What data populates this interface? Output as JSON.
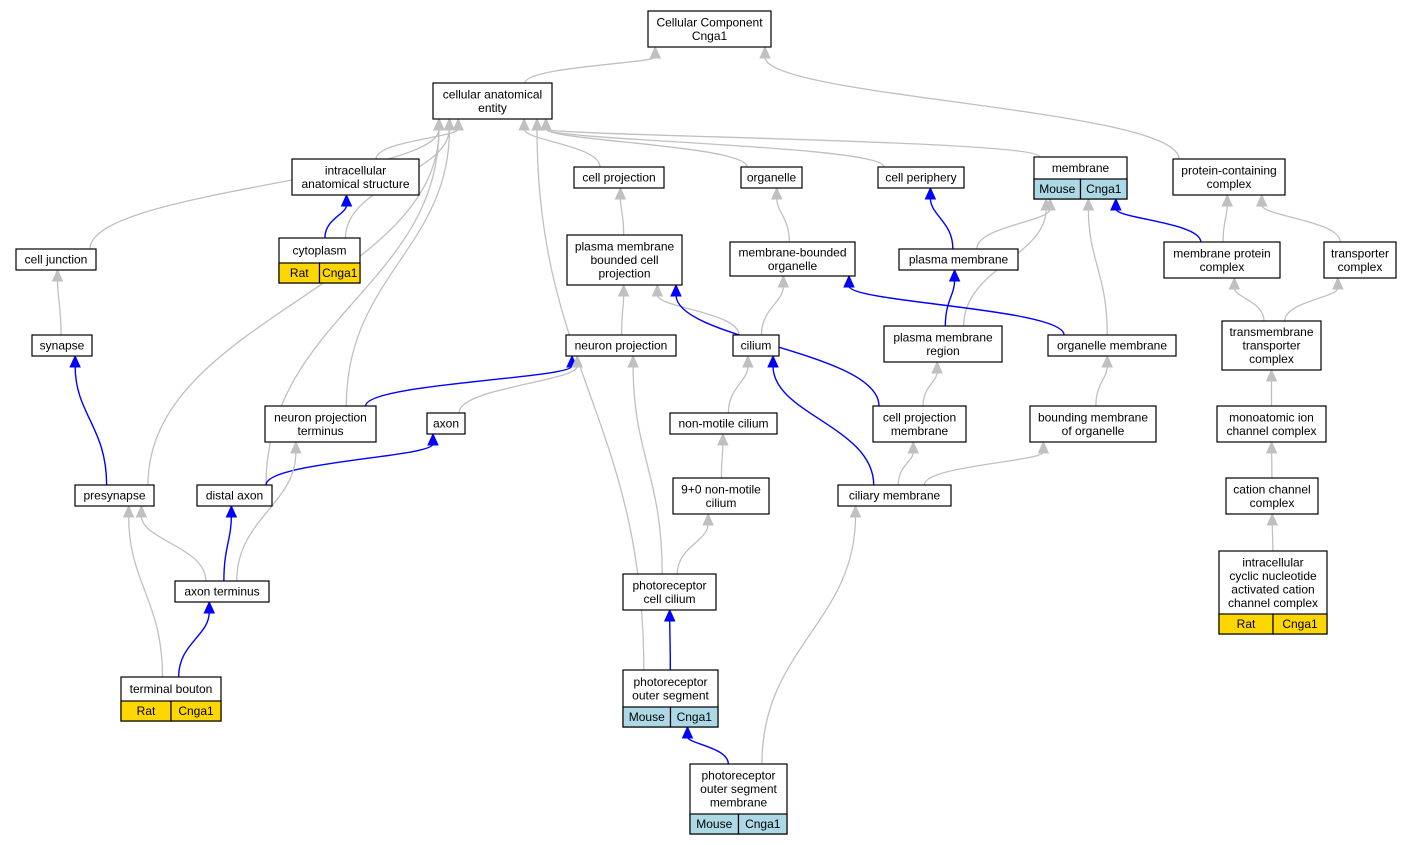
{
  "colors": {
    "edge_gray": "#c0c0c0",
    "edge_blue": "#0000ff",
    "rat_badge": "#ffd700",
    "mouse_badge": "#add8e6"
  },
  "nodes": [
    {
      "id": "cc",
      "lines": [
        "Cellular Component",
        "Cnga1"
      ]
    },
    {
      "id": "cae",
      "lines": [
        "cellular anatomical",
        "entity"
      ]
    },
    {
      "id": "ias",
      "lines": [
        "intracellular",
        "anatomical structure"
      ]
    },
    {
      "id": "cellproj",
      "lines": [
        "cell projection"
      ]
    },
    {
      "id": "organelle",
      "lines": [
        "organelle"
      ]
    },
    {
      "id": "cellper",
      "lines": [
        "cell periphery"
      ]
    },
    {
      "id": "membrane",
      "lines": [
        "membrane"
      ],
      "badges": [
        {
          "label": "Mouse",
          "color": "mouse"
        },
        {
          "label": "Cnga1",
          "color": "mouse"
        }
      ]
    },
    {
      "id": "pcc",
      "lines": [
        "protein-containing",
        "complex"
      ]
    },
    {
      "id": "celljunc",
      "lines": [
        "cell junction"
      ]
    },
    {
      "id": "cytoplasm",
      "lines": [
        "cytoplasm"
      ],
      "badges": [
        {
          "label": "Rat",
          "color": "rat"
        },
        {
          "label": "Cnga1",
          "color": "rat"
        }
      ]
    },
    {
      "id": "pmbcp",
      "lines": [
        "plasma membrane",
        "bounded cell",
        "projection"
      ]
    },
    {
      "id": "mbo",
      "lines": [
        "membrane-bounded",
        "organelle"
      ]
    },
    {
      "id": "pm",
      "lines": [
        "plasma membrane"
      ]
    },
    {
      "id": "mpc",
      "lines": [
        "membrane protein",
        "complex"
      ]
    },
    {
      "id": "transporter",
      "lines": [
        "transporter",
        "complex"
      ]
    },
    {
      "id": "synapse",
      "lines": [
        "synapse"
      ]
    },
    {
      "id": "neuronproj",
      "lines": [
        "neuron projection"
      ]
    },
    {
      "id": "cilium",
      "lines": [
        "cilium"
      ]
    },
    {
      "id": "pmr",
      "lines": [
        "plasma membrane",
        "region"
      ]
    },
    {
      "id": "orgmem",
      "lines": [
        "organelle membrane"
      ]
    },
    {
      "id": "ttc",
      "lines": [
        "transmembrane",
        "transporter",
        "complex"
      ]
    },
    {
      "id": "npt",
      "lines": [
        "neuron projection",
        "terminus"
      ]
    },
    {
      "id": "axon",
      "lines": [
        "axon"
      ]
    },
    {
      "id": "nmc",
      "lines": [
        "non-motile cilium"
      ]
    },
    {
      "id": "cpm",
      "lines": [
        "cell projection",
        "membrane"
      ]
    },
    {
      "id": "bmo",
      "lines": [
        "bounding membrane",
        "of organelle"
      ]
    },
    {
      "id": "mic",
      "lines": [
        "monoatomic ion",
        "channel complex"
      ]
    },
    {
      "id": "presynapse",
      "lines": [
        "presynapse"
      ]
    },
    {
      "id": "distalaxon",
      "lines": [
        "distal axon"
      ]
    },
    {
      "id": "nm90",
      "lines": [
        "9+0 non-motile",
        "cilium"
      ]
    },
    {
      "id": "ciliarymem",
      "lines": [
        "ciliary membrane"
      ]
    },
    {
      "id": "ccc",
      "lines": [
        "cation channel",
        "complex"
      ]
    },
    {
      "id": "axonterm",
      "lines": [
        "axon terminus"
      ]
    },
    {
      "id": "pcilium",
      "lines": [
        "photoreceptor",
        "cell cilium"
      ]
    },
    {
      "id": "icnc",
      "lines": [
        "intracellular",
        "cyclic nucleotide",
        "activated cation",
        "channel complex"
      ],
      "badges": [
        {
          "label": "Rat",
          "color": "rat"
        },
        {
          "label": "Cnga1",
          "color": "rat"
        }
      ]
    },
    {
      "id": "tbouton",
      "lines": [
        "terminal bouton"
      ],
      "badges": [
        {
          "label": "Rat",
          "color": "rat"
        },
        {
          "label": "Cnga1",
          "color": "rat"
        }
      ]
    },
    {
      "id": "pos",
      "lines": [
        "photoreceptor",
        "outer segment"
      ],
      "badges": [
        {
          "label": "Mouse",
          "color": "mouse"
        },
        {
          "label": "Cnga1",
          "color": "mouse"
        }
      ]
    },
    {
      "id": "posm",
      "lines": [
        "photoreceptor",
        "outer segment",
        "membrane"
      ],
      "badges": [
        {
          "label": "Mouse",
          "color": "mouse"
        },
        {
          "label": "Cnga1",
          "color": "mouse"
        }
      ]
    }
  ],
  "edges": [
    {
      "from": "cae",
      "to": "cc",
      "type": "gray"
    },
    {
      "from": "pcc",
      "to": "cc",
      "type": "gray"
    },
    {
      "from": "ias",
      "to": "cae",
      "type": "gray"
    },
    {
      "from": "cellproj",
      "to": "cae",
      "type": "gray"
    },
    {
      "from": "organelle",
      "to": "cae",
      "type": "gray"
    },
    {
      "from": "cellper",
      "to": "cae",
      "type": "gray"
    },
    {
      "from": "membrane",
      "to": "cae",
      "type": "gray"
    },
    {
      "from": "celljunc",
      "to": "cae",
      "type": "gray"
    },
    {
      "from": "cytoplasm",
      "to": "cae",
      "type": "gray"
    },
    {
      "from": "npt",
      "to": "cae",
      "type": "gray"
    },
    {
      "from": "presynapse",
      "to": "cae",
      "type": "gray"
    },
    {
      "from": "distalaxon",
      "to": "cae",
      "type": "gray"
    },
    {
      "from": "pos",
      "to": "cae",
      "type": "gray"
    },
    {
      "from": "cytoplasm",
      "to": "ias",
      "type": "blue"
    },
    {
      "from": "pmbcp",
      "to": "cellproj",
      "type": "gray"
    },
    {
      "from": "mbo",
      "to": "organelle",
      "type": "gray"
    },
    {
      "from": "pm",
      "to": "cellper",
      "type": "blue"
    },
    {
      "from": "pm",
      "to": "membrane",
      "type": "gray"
    },
    {
      "from": "mpc",
      "to": "membrane",
      "type": "blue"
    },
    {
      "from": "pmr",
      "to": "membrane",
      "type": "gray"
    },
    {
      "from": "orgmem",
      "to": "membrane",
      "type": "gray"
    },
    {
      "from": "mpc",
      "to": "pcc",
      "type": "gray"
    },
    {
      "from": "transporter",
      "to": "pcc",
      "type": "gray"
    },
    {
      "from": "synapse",
      "to": "celljunc",
      "type": "gray"
    },
    {
      "from": "neuronproj",
      "to": "pmbcp",
      "type": "gray"
    },
    {
      "from": "cilium",
      "to": "pmbcp",
      "type": "gray"
    },
    {
      "from": "cpm",
      "to": "pmbcp",
      "type": "blue"
    },
    {
      "from": "cilium",
      "to": "mbo",
      "type": "gray"
    },
    {
      "from": "orgmem",
      "to": "mbo",
      "type": "blue"
    },
    {
      "from": "pmr",
      "to": "pm",
      "type": "blue"
    },
    {
      "from": "ttc",
      "to": "mpc",
      "type": "gray"
    },
    {
      "from": "ttc",
      "to": "transporter",
      "type": "gray"
    },
    {
      "from": "presynapse",
      "to": "synapse",
      "type": "blue"
    },
    {
      "from": "npt",
      "to": "neuronproj",
      "type": "blue"
    },
    {
      "from": "axon",
      "to": "neuronproj",
      "type": "gray"
    },
    {
      "from": "pcilium",
      "to": "neuronproj",
      "type": "gray"
    },
    {
      "from": "nmc",
      "to": "cilium",
      "type": "gray"
    },
    {
      "from": "ciliarymem",
      "to": "cilium",
      "type": "blue"
    },
    {
      "from": "cpm",
      "to": "pmr",
      "type": "gray"
    },
    {
      "from": "bmo",
      "to": "orgmem",
      "type": "gray"
    },
    {
      "from": "mic",
      "to": "ttc",
      "type": "gray"
    },
    {
      "from": "distalaxon",
      "to": "axon",
      "type": "blue"
    },
    {
      "from": "nm90",
      "to": "nmc",
      "type": "gray"
    },
    {
      "from": "ciliarymem",
      "to": "cpm",
      "type": "gray"
    },
    {
      "from": "ciliarymem",
      "to": "bmo",
      "type": "gray"
    },
    {
      "from": "ccc",
      "to": "mic",
      "type": "gray"
    },
    {
      "from": "axonterm",
      "to": "presynapse",
      "type": "gray"
    },
    {
      "from": "tbouton",
      "to": "presynapse",
      "type": "gray"
    },
    {
      "from": "axonterm",
      "to": "distalaxon",
      "type": "blue"
    },
    {
      "from": "axonterm",
      "to": "npt",
      "type": "gray"
    },
    {
      "from": "pcilium",
      "to": "nm90",
      "type": "gray"
    },
    {
      "from": "posm",
      "to": "ciliarymem",
      "type": "gray"
    },
    {
      "from": "icnc",
      "to": "ccc",
      "type": "gray"
    },
    {
      "from": "tbouton",
      "to": "axonterm",
      "type": "blue"
    },
    {
      "from": "pos",
      "to": "pcilium",
      "type": "blue"
    },
    {
      "from": "posm",
      "to": "pos",
      "type": "blue"
    }
  ]
}
